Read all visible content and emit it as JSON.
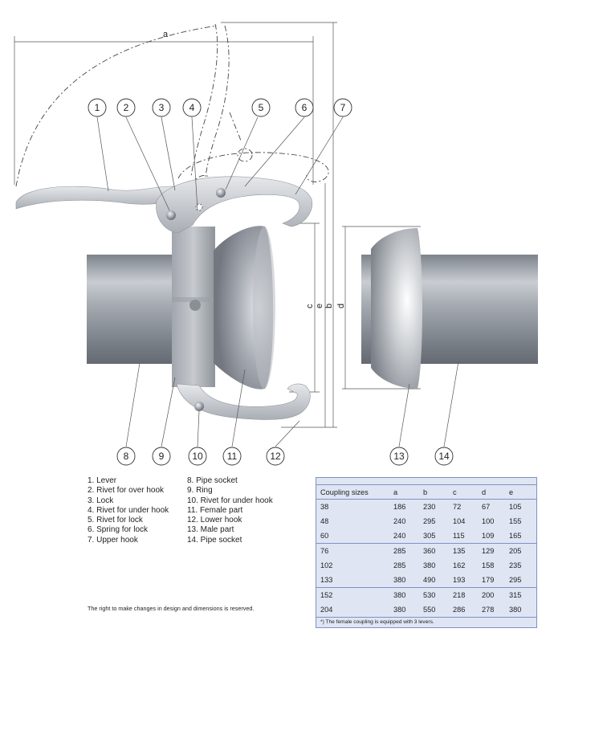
{
  "callouts": [
    "1",
    "2",
    "3",
    "4",
    "5",
    "6",
    "7",
    "8",
    "9",
    "10",
    "11",
    "12",
    "13",
    "14"
  ],
  "dimensions": {
    "a": "a",
    "b": "b",
    "c": "c",
    "d": "d",
    "e": "e"
  },
  "legend_left": [
    "1. Lever",
    "2. Rivet for over hook",
    "3. Lock",
    "4. Rivet for under hook",
    "5. Rivet for lock",
    "6. Spring for lock",
    "7. Upper hook"
  ],
  "legend_right": [
    "8. Pipe socket",
    "9. Ring",
    "10. Rivet for under hook",
    "11. Female part",
    "12. Lower hook",
    "13. Male part",
    "14. Pipe socket"
  ],
  "notice": "The right to make changes in design and dimensions is reserved.",
  "table": {
    "headers": [
      "Coupling sizes",
      "a",
      "b",
      "c",
      "d",
      "e"
    ],
    "rows": [
      [
        "38",
        "186",
        "230",
        "72",
        "67",
        "105"
      ],
      [
        "48",
        "240",
        "295",
        "104",
        "100",
        "155"
      ],
      [
        "60",
        "240",
        "305",
        "115",
        "109",
        "165"
      ],
      [
        "76",
        "285",
        "360",
        "135",
        "129",
        "205"
      ],
      [
        "102",
        "285",
        "380",
        "162",
        "158",
        "235"
      ],
      [
        "133",
        "380",
        "490",
        "193",
        "179",
        "295"
      ],
      [
        "152",
        "380",
        "530",
        "218",
        "200",
        "315"
      ],
      [
        "204",
        "380",
        "550",
        "286",
        "278",
        "380"
      ]
    ],
    "footnote": "*) The female coupling is equipped with 3 levers."
  },
  "colors": {
    "table_bg": "#dfe5f3",
    "table_rule": "#7f92c4",
    "metal": "#a4a9b0"
  }
}
